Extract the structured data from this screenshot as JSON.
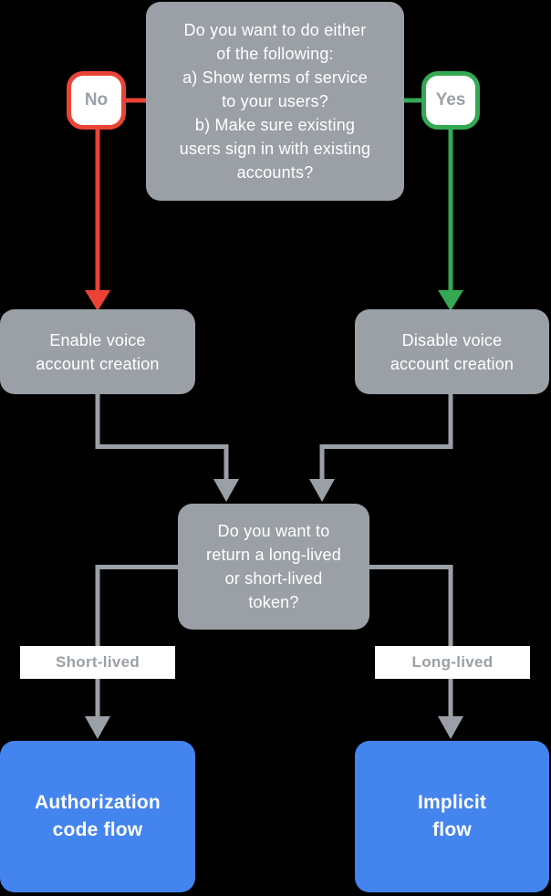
{
  "colors": {
    "red": "#EA4335",
    "green": "#34A853",
    "gray": "#9AA0A6",
    "blue": "#4484EE",
    "white": "#FFFFFF",
    "background": "#000000"
  },
  "nodes": {
    "question_top": {
      "text": "Do you want to do either\nof the following:\na) Show terms of service\nto your users?\nb) Make sure existing\nusers sign in with existing\naccounts?"
    },
    "no_badge": {
      "label": "No"
    },
    "yes_badge": {
      "label": "Yes"
    },
    "enable_voice": {
      "text": "Enable voice\naccount creation"
    },
    "disable_voice": {
      "text": "Disable voice\naccount creation"
    },
    "question_token": {
      "text": "Do you want to\nreturn a long-lived\nor short-lived\ntoken?"
    },
    "branch_short": {
      "label": "Short-lived"
    },
    "branch_long": {
      "label": "Long-lived"
    },
    "auth_code_flow": {
      "text": "Authorization\ncode flow"
    },
    "implicit_flow": {
      "text": "Implicit\nflow"
    }
  }
}
